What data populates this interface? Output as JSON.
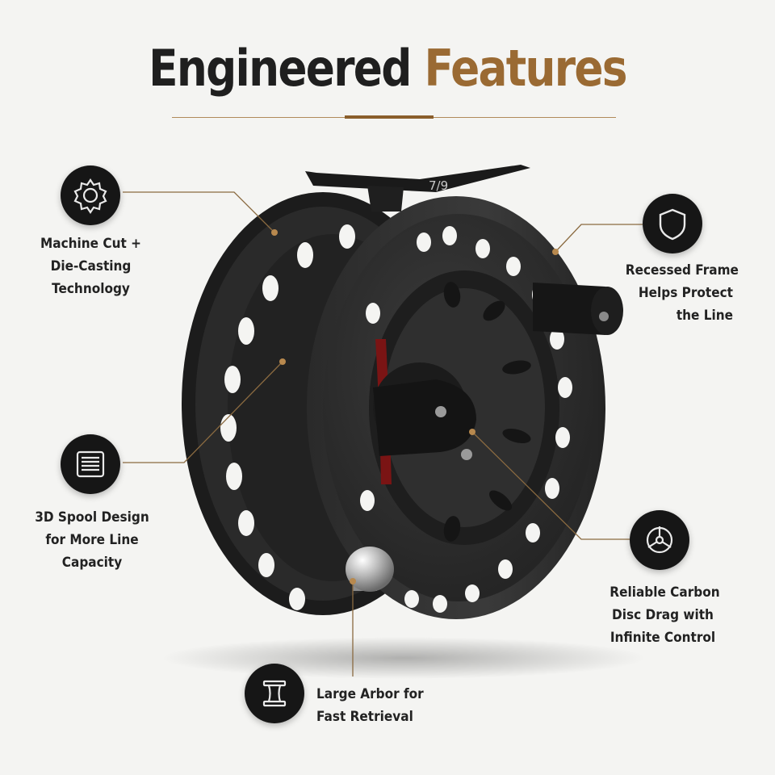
{
  "title": {
    "part1": "Engineered",
    "part2": "Features"
  },
  "reel": {
    "model_label": "7/9"
  },
  "colors": {
    "accent": "#9a6a33",
    "dark": "#161616",
    "background": "#f4f4f2"
  },
  "features": [
    {
      "icon": "gear-icon",
      "lines": [
        "Machine Cut +",
        "Die-Casting",
        "Technology"
      ]
    },
    {
      "icon": "spool-icon",
      "lines": [
        "3D Spool Design",
        "for More Line",
        "Capacity"
      ]
    },
    {
      "icon": "arbor-icon",
      "lines": [
        "Large Arbor for",
        "Fast Retrieval"
      ]
    },
    {
      "icon": "shield-icon",
      "lines": [
        "Recessed Frame",
        "Helps Protect",
        "the Line"
      ]
    },
    {
      "icon": "drag-icon",
      "lines": [
        "Reliable Carbon",
        "Disc Drag with",
        "Infinite Control"
      ]
    }
  ]
}
